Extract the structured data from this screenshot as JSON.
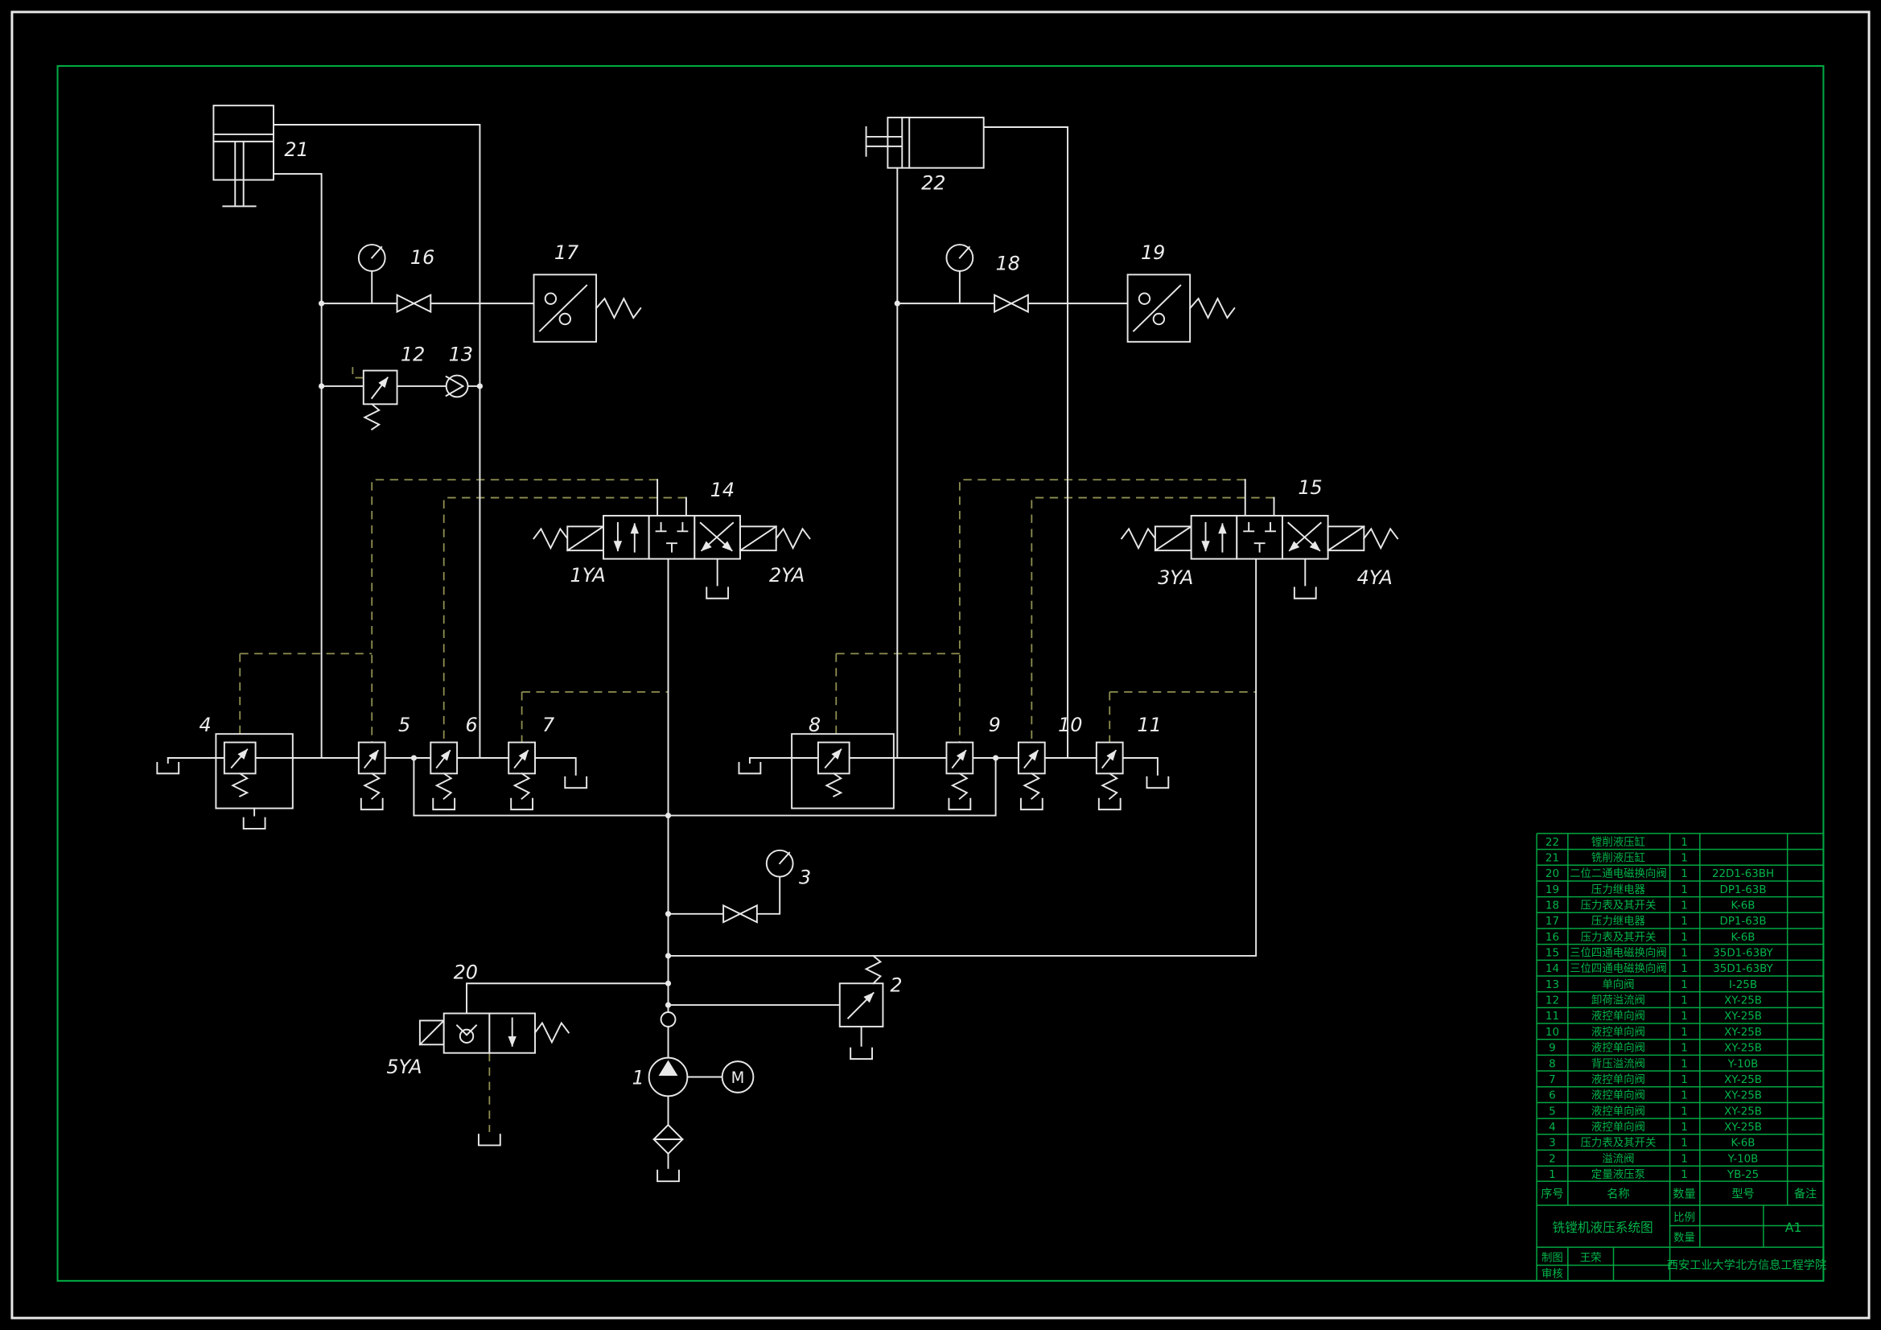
{
  "drawing": {
    "labels": {
      "c21": "21",
      "c22": "22",
      "c16": "16",
      "c17": "17",
      "c18": "18",
      "c19": "19",
      "c12": "12",
      "c13": "13",
      "c14": "14",
      "c15": "15",
      "ya1": "1YA",
      "ya2": "2YA",
      "ya3": "3YA",
      "ya4": "4YA",
      "ya5": "5YA",
      "c4": "4",
      "c5": "5",
      "c6": "6",
      "c7": "7",
      "c8": "8",
      "c9": "9",
      "c10": "10",
      "c11": "11",
      "c3": "3",
      "c20": "20",
      "c2": "2",
      "c1": "1",
      "motor": "M"
    }
  },
  "titleblock": {
    "headers": {
      "no": "序号",
      "name": "名称",
      "qty": "数量",
      "model": "型号",
      "note": "备注"
    },
    "parts": [
      {
        "no": "22",
        "name": "镗削液压缸",
        "qty": "1",
        "model": "",
        "note": ""
      },
      {
        "no": "21",
        "name": "铣削液压缸",
        "qty": "1",
        "model": "",
        "note": ""
      },
      {
        "no": "20",
        "name": "二位二通电磁换向阀",
        "qty": "1",
        "model": "22D1-63BH",
        "note": ""
      },
      {
        "no": "19",
        "name": "压力继电器",
        "qty": "1",
        "model": "DP1-63B",
        "note": ""
      },
      {
        "no": "18",
        "name": "压力表及其开关",
        "qty": "1",
        "model": "K-6B",
        "note": ""
      },
      {
        "no": "17",
        "name": "压力继电器",
        "qty": "1",
        "model": "DP1-63B",
        "note": ""
      },
      {
        "no": "16",
        "name": "压力表及其开关",
        "qty": "1",
        "model": "K-6B",
        "note": ""
      },
      {
        "no": "15",
        "name": "三位四通电磁换向阀",
        "qty": "1",
        "model": "35D1-63BY",
        "note": ""
      },
      {
        "no": "14",
        "name": "三位四通电磁换向阀",
        "qty": "1",
        "model": "35D1-63BY",
        "note": ""
      },
      {
        "no": "13",
        "name": "单向阀",
        "qty": "1",
        "model": "I-25B",
        "note": ""
      },
      {
        "no": "12",
        "name": "卸荷溢流阀",
        "qty": "1",
        "model": "XY-25B",
        "note": ""
      },
      {
        "no": "11",
        "name": "液控单向阀",
        "qty": "1",
        "model": "XY-25B",
        "note": ""
      },
      {
        "no": "10",
        "name": "液控单向阀",
        "qty": "1",
        "model": "XY-25B",
        "note": ""
      },
      {
        "no": "9",
        "name": "液控单向阀",
        "qty": "1",
        "model": "XY-25B",
        "note": ""
      },
      {
        "no": "8",
        "name": "背压溢流阀",
        "qty": "1",
        "model": "Y-10B",
        "note": ""
      },
      {
        "no": "7",
        "name": "液控单向阀",
        "qty": "1",
        "model": "XY-25B",
        "note": ""
      },
      {
        "no": "6",
        "name": "液控单向阀",
        "qty": "1",
        "model": "XY-25B",
        "note": ""
      },
      {
        "no": "5",
        "name": "液控单向阀",
        "qty": "1",
        "model": "XY-25B",
        "note": ""
      },
      {
        "no": "4",
        "name": "液控单向阀",
        "qty": "1",
        "model": "XY-25B",
        "note": ""
      },
      {
        "no": "3",
        "name": "压力表及其开关",
        "qty": "1",
        "model": "K-6B",
        "note": ""
      },
      {
        "no": "2",
        "name": "溢流阀",
        "qty": "1",
        "model": "Y-10B",
        "note": ""
      },
      {
        "no": "1",
        "name": "定量液压泵",
        "qty": "1",
        "model": "YB-25",
        "note": ""
      }
    ],
    "info": {
      "title": "铣镗机液压系统图",
      "scale_label": "比例",
      "qty_label": "数量",
      "sheet": "A1",
      "drawn_label": "制图",
      "drawn_by": "王荣",
      "checked_label": "审核",
      "school": "西安工业大学北方信息工程学院"
    }
  },
  "colors": {
    "line": "#e8e8e8",
    "table_green": "#00b54a",
    "pilot": "#8f8f52",
    "background": "#000000"
  }
}
